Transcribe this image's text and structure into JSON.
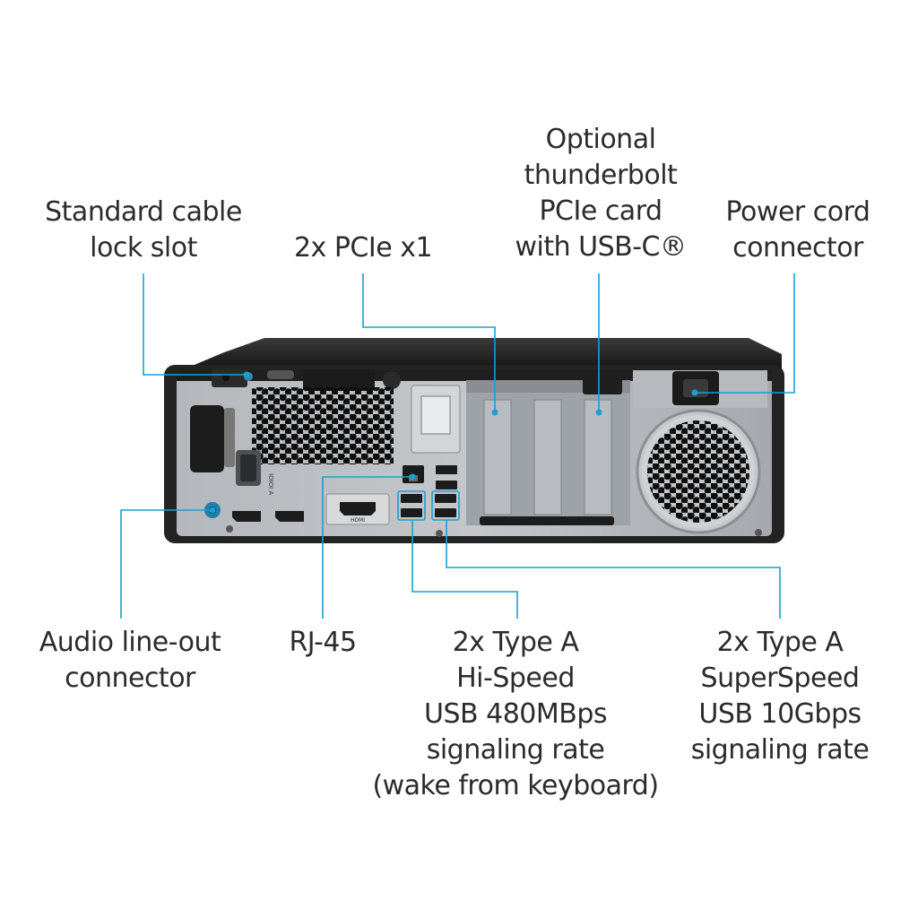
{
  "labels": {
    "cable_lock": [
      "Standard cable",
      "lock slot"
    ],
    "pcie": [
      "2x PCIe x1"
    ],
    "thunderbolt": [
      "Optional",
      "thunderbolt",
      "PCIe card",
      "with USB-C®"
    ],
    "power": [
      "Power cord",
      "connector"
    ],
    "audio": [
      "Audio line-out",
      "connector"
    ],
    "rj45": [
      "RJ-45"
    ],
    "usb_hispeed": [
      "2x Type A",
      "Hi-Speed",
      "USB 480MBps",
      "signaling rate",
      "(wake from keyboard)"
    ],
    "usb_superspeed": [
      "2x Type A",
      "SuperSpeed",
      "USB 10Gbps",
      "signaling rate"
    ]
  },
  "port_text": {
    "hdmi": "HDMI"
  },
  "colors": {
    "callout_line": "#1a9fd0",
    "label_text": "#2b2b2b",
    "chassis": "#232323",
    "panel": "#a9adb2"
  }
}
